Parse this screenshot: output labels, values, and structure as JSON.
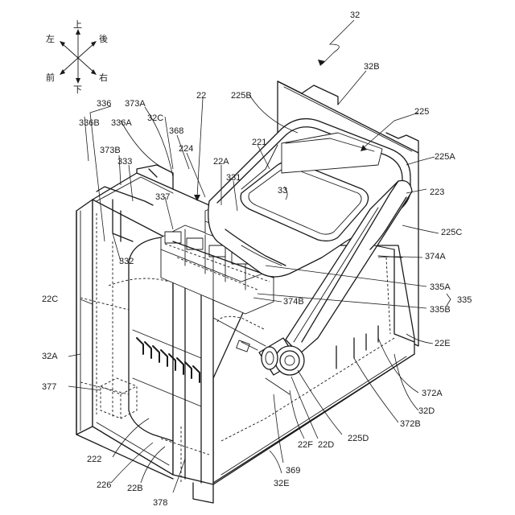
{
  "compass": {
    "up": "上",
    "down": "下",
    "left": "左",
    "right": "右",
    "front": "前",
    "back": "後"
  },
  "labels": {
    "l32": "32",
    "l32B": "32B",
    "l225B": "225B",
    "l225": "225",
    "l225A": "225A",
    "l336": "336",
    "l336B": "336B",
    "l336A": "336A",
    "l373A": "373A",
    "l32C": "32C",
    "l22": "22",
    "l368": "368",
    "l224": "224",
    "l221": "221",
    "l373B": "373B",
    "l333": "333",
    "l22A": "22A",
    "l331": "331",
    "l33": "33",
    "l223": "223",
    "l337": "337",
    "l225C": "225C",
    "l332": "332",
    "l374A": "374A",
    "l22C": "22C",
    "l335A": "335A",
    "l335": "335",
    "l374B": "374B",
    "l335B": "335B",
    "l32A": "32A",
    "l22E": "22E",
    "l377": "377",
    "l372A": "372A",
    "l372B": "372B",
    "l32D": "32D",
    "l22F": "22F",
    "l22D": "22D",
    "l225D": "225D",
    "l222": "222",
    "l369": "369",
    "l226": "226",
    "l22B": "22B",
    "l32E": "32E",
    "l378": "378"
  }
}
